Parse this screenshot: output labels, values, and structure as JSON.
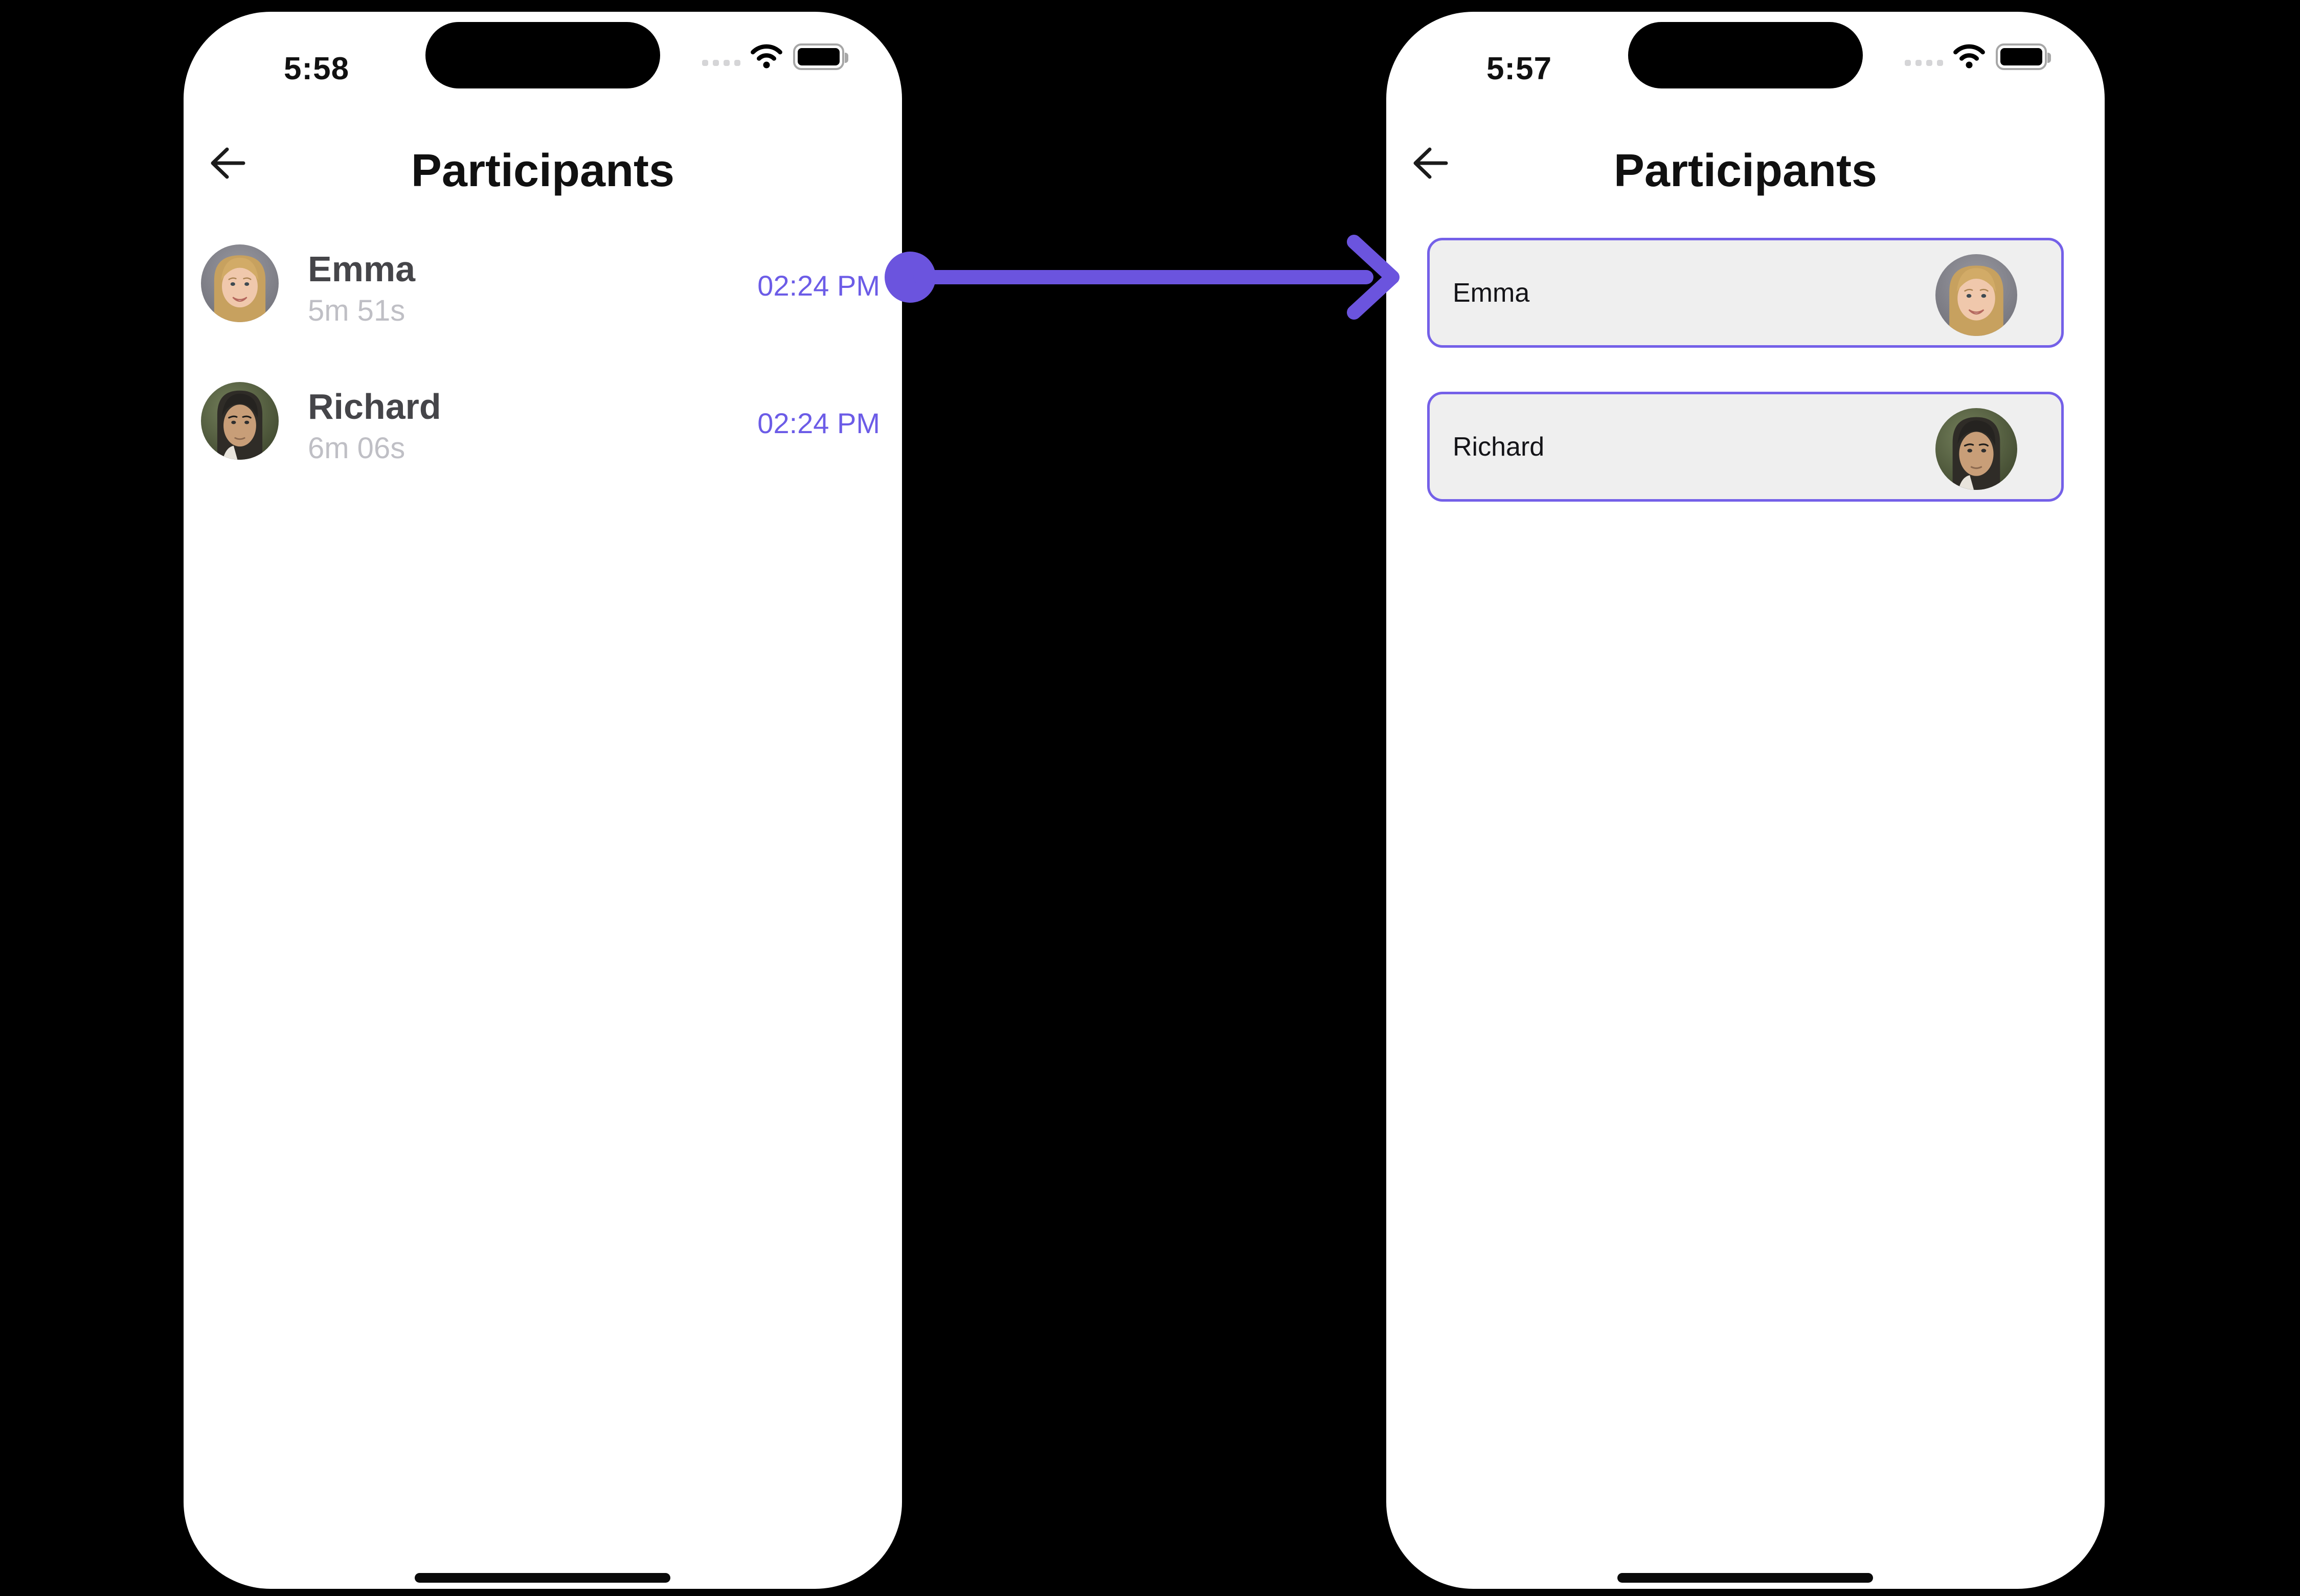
{
  "colors": {
    "accent_purple": "#6C5CE7",
    "arrow_purple": "#6B54DE",
    "box_border": "#7460E8",
    "box_background": "#efefef",
    "phone_background": "#ffffff",
    "page_background": "#000000",
    "name_gray": "#454549",
    "duration_gray": "#bfbfc5"
  },
  "icons": {
    "back": "arrow-left",
    "wifi": "wifi",
    "battery": "battery-full",
    "cellular": "cellular-signal-dots",
    "arrow": "flow-arrow-right"
  },
  "phone_left": {
    "status_time": "5:58",
    "title": "Participants",
    "participants": [
      {
        "name": "Emma",
        "duration": "5m 51s",
        "time": "02:24 PM"
      },
      {
        "name": "Richard",
        "duration": "6m 06s",
        "time": "02:24 PM"
      }
    ]
  },
  "phone_right": {
    "status_time": "5:57",
    "title": "Participants",
    "participants": [
      {
        "name": "Emma"
      },
      {
        "name": "Richard"
      }
    ]
  }
}
